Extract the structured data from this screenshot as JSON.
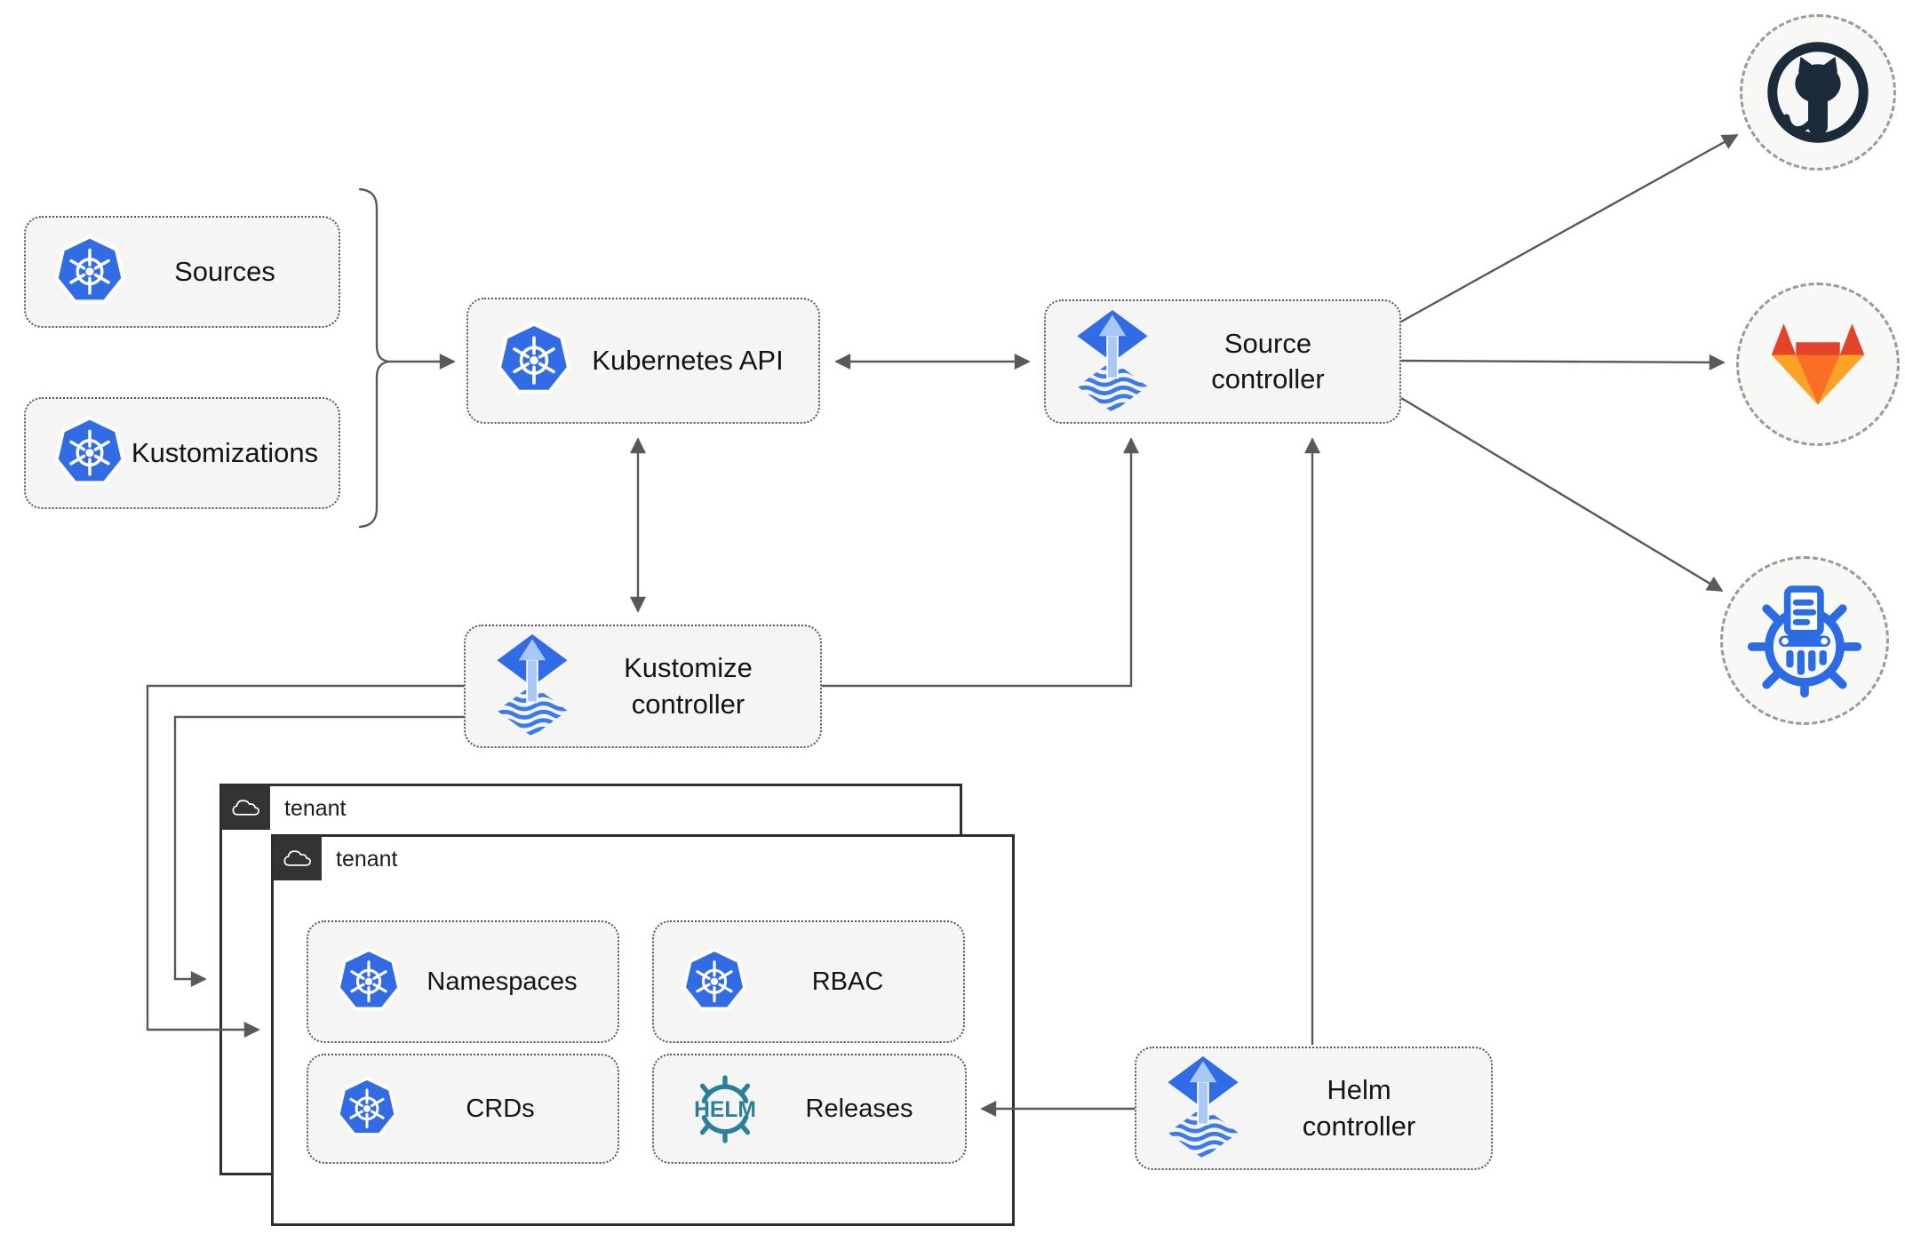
{
  "nodes": {
    "sources": {
      "label": "Sources",
      "icon": "kubernetes-icon"
    },
    "kustomizations": {
      "label": "Kustomizations",
      "icon": "kubernetes-icon"
    },
    "kubernetes_api": {
      "label": "Kubernetes API",
      "icon": "kubernetes-icon"
    },
    "source_controller": {
      "label": "Source",
      "label2": "controller",
      "icon": "flux-icon"
    },
    "kustomize_controller": {
      "label": "Kustomize",
      "label2": "controller",
      "icon": "flux-icon"
    },
    "helm_controller": {
      "label": "Helm",
      "label2": "controller",
      "icon": "flux-icon"
    },
    "tenant_back": {
      "label": "tenant",
      "icon": "cloud-icon"
    },
    "tenant_front": {
      "label": "tenant",
      "icon": "cloud-icon"
    },
    "namespaces": {
      "label": "Namespaces",
      "icon": "kubernetes-icon"
    },
    "rbac": {
      "label": "RBAC",
      "icon": "kubernetes-icon"
    },
    "crds": {
      "label": "CRDs",
      "icon": "kubernetes-icon"
    },
    "releases": {
      "label": "Releases",
      "icon": "helm-icon",
      "icon_text": "HELM"
    },
    "github": {
      "icon": "github-icon"
    },
    "gitlab": {
      "icon": "gitlab-icon"
    },
    "oci_registry": {
      "icon": "oci-registry-icon"
    }
  },
  "edges": [
    {
      "from": "sources_and_kustomizations_bracket",
      "to": "kubernetes_api",
      "type": "arrow"
    },
    {
      "from": "kubernetes_api",
      "to": "source_controller",
      "type": "bidirectional"
    },
    {
      "from": "kubernetes_api",
      "to": "kustomize_controller",
      "type": "bidirectional"
    },
    {
      "from": "kustomize_controller",
      "to": "source_controller",
      "type": "arrow"
    },
    {
      "from": "helm_controller",
      "to": "source_controller",
      "type": "arrow"
    },
    {
      "from": "helm_controller",
      "to": "releases",
      "type": "arrow"
    },
    {
      "from": "kustomize_controller",
      "to": "tenant_front",
      "type": "arrow"
    },
    {
      "from": "kustomize_controller",
      "to": "tenant_back",
      "type": "arrow"
    },
    {
      "from": "source_controller",
      "to": "github",
      "type": "arrow"
    },
    {
      "from": "source_controller",
      "to": "gitlab",
      "type": "arrow"
    },
    {
      "from": "source_controller",
      "to": "oci_registry",
      "type": "arrow"
    }
  ],
  "colors": {
    "kubernetes_blue": "#326ce5",
    "flux_blue": "#316ce4",
    "flux_light_blue": "#aac8f7",
    "flux_wave_blue": "#3b7ae8",
    "helm_teal": "#2a7f99",
    "github_dark": "#1b2b3a",
    "gitlab_dark_orange": "#e24329",
    "gitlab_orange": "#fc6d26",
    "gitlab_light_orange": "#fca326",
    "oci_registry_blue": "#2b6be4",
    "connector_gray": "#595959",
    "node_fill": "#f5f5f5",
    "tenant_badge": "#333333"
  }
}
